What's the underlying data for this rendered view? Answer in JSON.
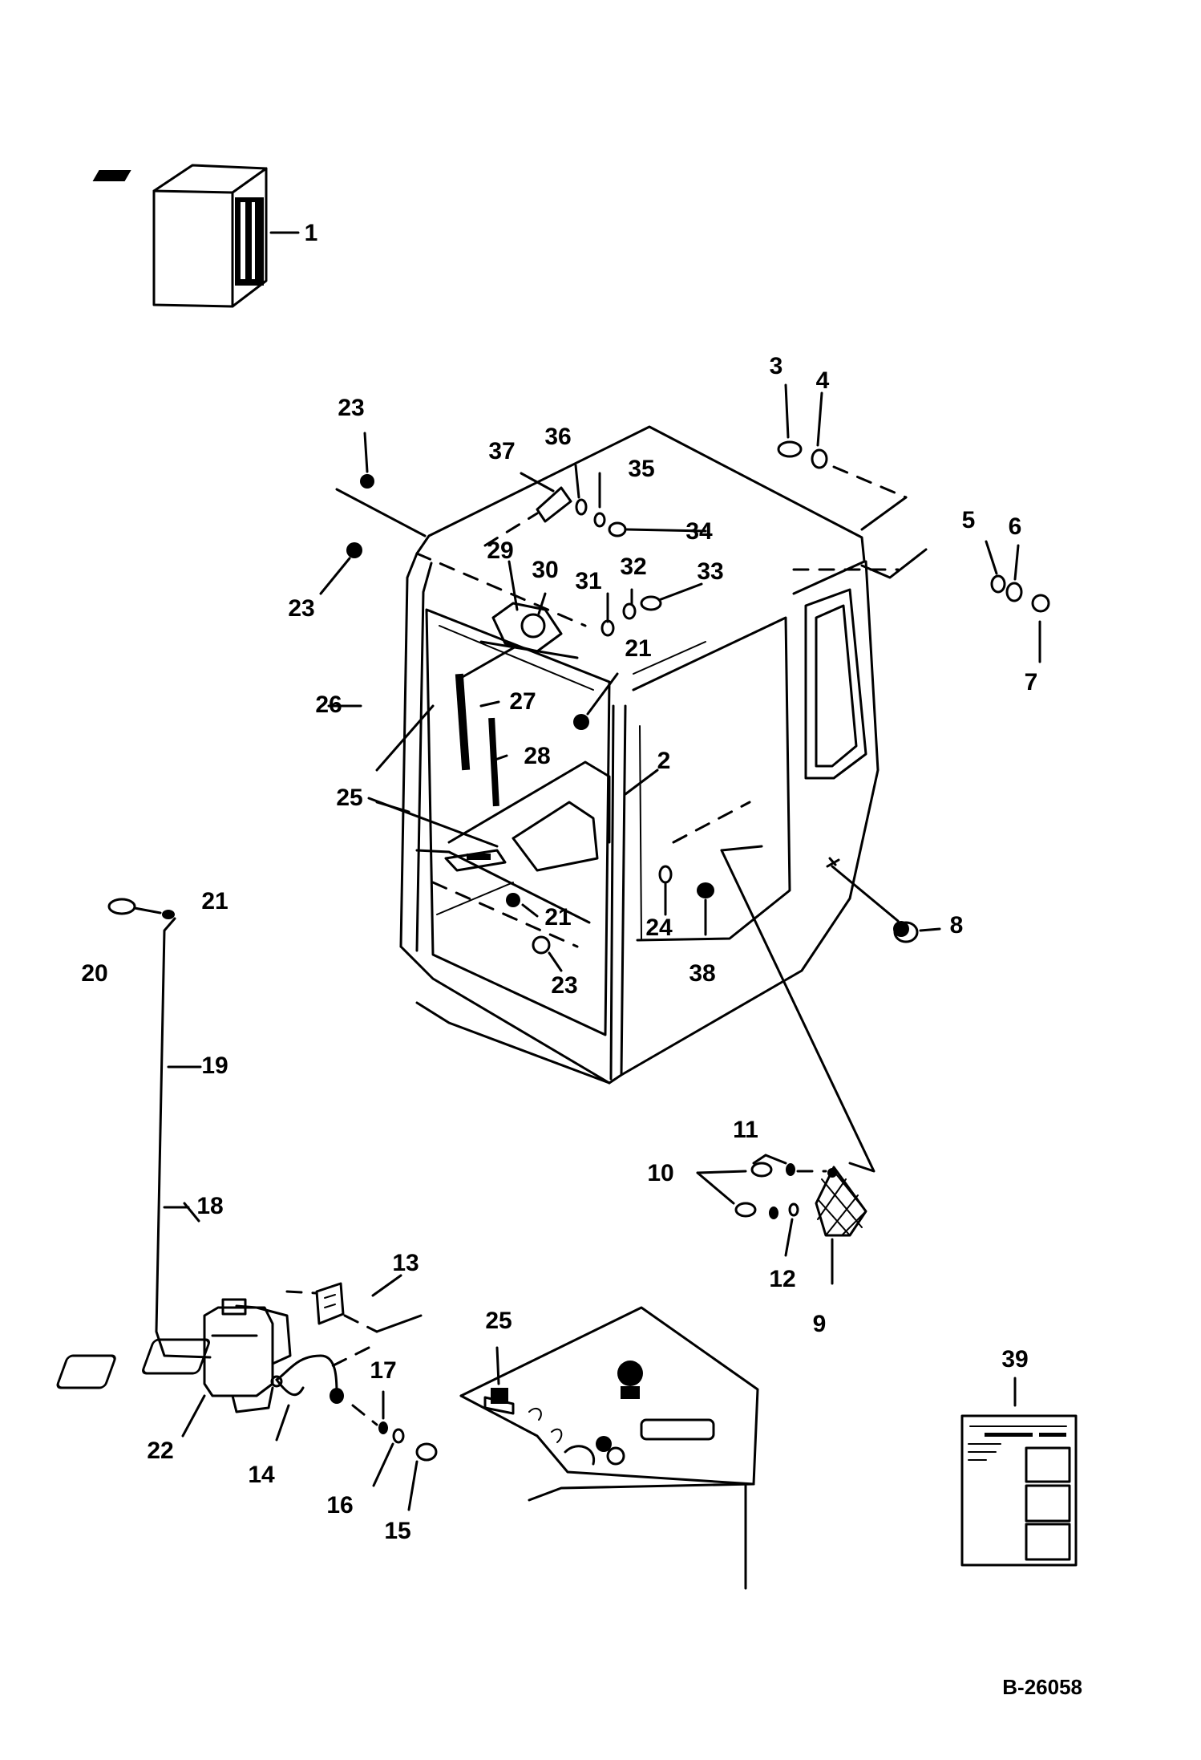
{
  "drawing_code": "B-26058",
  "callouts": [
    {
      "id": "c1",
      "text": "1"
    },
    {
      "id": "c2",
      "text": "2"
    },
    {
      "id": "c3",
      "text": "3"
    },
    {
      "id": "c4",
      "text": "4"
    },
    {
      "id": "c5",
      "text": "5"
    },
    {
      "id": "c6",
      "text": "6"
    },
    {
      "id": "c7",
      "text": "7"
    },
    {
      "id": "c8",
      "text": "8"
    },
    {
      "id": "c9",
      "text": "9"
    },
    {
      "id": "c10",
      "text": "10"
    },
    {
      "id": "c11",
      "text": "11"
    },
    {
      "id": "c12",
      "text": "12"
    },
    {
      "id": "c13",
      "text": "13"
    },
    {
      "id": "c14",
      "text": "14"
    },
    {
      "id": "c15",
      "text": "15"
    },
    {
      "id": "c16",
      "text": "16"
    },
    {
      "id": "c17",
      "text": "17"
    },
    {
      "id": "c18",
      "text": "18"
    },
    {
      "id": "c19",
      "text": "19"
    },
    {
      "id": "c20",
      "text": "20"
    },
    {
      "id": "c21a",
      "text": "21"
    },
    {
      "id": "c21b",
      "text": "21"
    },
    {
      "id": "c21c",
      "text": "21"
    },
    {
      "id": "c22",
      "text": "22"
    },
    {
      "id": "c23a",
      "text": "23"
    },
    {
      "id": "c23b",
      "text": "23"
    },
    {
      "id": "c23c",
      "text": "23"
    },
    {
      "id": "c24",
      "text": "24"
    },
    {
      "id": "c25a",
      "text": "25"
    },
    {
      "id": "c25b",
      "text": "25"
    },
    {
      "id": "c26",
      "text": "26"
    },
    {
      "id": "c27",
      "text": "27"
    },
    {
      "id": "c28",
      "text": "28"
    },
    {
      "id": "c29",
      "text": "29"
    },
    {
      "id": "c30",
      "text": "30"
    },
    {
      "id": "c31",
      "text": "31"
    },
    {
      "id": "c32",
      "text": "32"
    },
    {
      "id": "c33",
      "text": "33"
    },
    {
      "id": "c34",
      "text": "34"
    },
    {
      "id": "c35",
      "text": "35"
    },
    {
      "id": "c36",
      "text": "36"
    },
    {
      "id": "c37",
      "text": "37"
    },
    {
      "id": "c38",
      "text": "38"
    },
    {
      "id": "c39",
      "text": "39"
    }
  ]
}
